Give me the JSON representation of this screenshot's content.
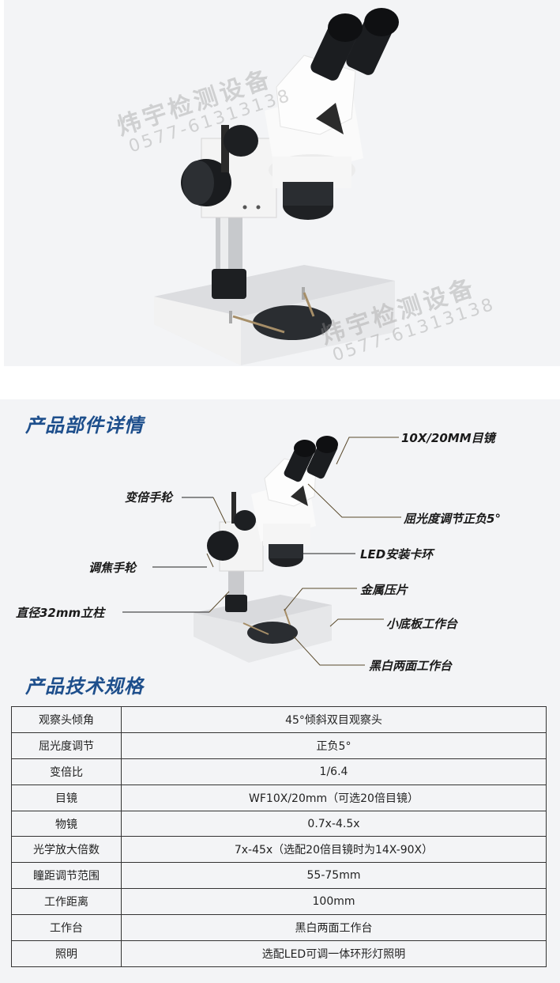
{
  "watermark": {
    "company": "炜宇检测设备",
    "phone": "0577-61313138"
  },
  "parts_section": {
    "title": "产品部件详情",
    "callouts": [
      {
        "id": "eyepiece",
        "label": "10X/20MM目镜"
      },
      {
        "id": "refraction",
        "label": "屈光度调节正负5°"
      },
      {
        "id": "led-ring",
        "label": "LED安装卡环"
      },
      {
        "id": "metal-clip",
        "label": "金属压片"
      },
      {
        "id": "small-base",
        "label": "小底板工作台"
      },
      {
        "id": "bw-stage",
        "label": "黑白两面工作台"
      },
      {
        "id": "zoom-knob",
        "label": "变倍手轮"
      },
      {
        "id": "focus-knob",
        "label": "调焦手轮"
      },
      {
        "id": "pillar",
        "label": "直径32mm立柱"
      }
    ]
  },
  "specs_section": {
    "title": "产品技术规格",
    "rows": [
      {
        "key": "观察头倾角",
        "value": "45°倾斜双目观察头"
      },
      {
        "key": "屈光度调节",
        "value": "正负5°"
      },
      {
        "key": "变倍比",
        "value": "1/6.4"
      },
      {
        "key": "目镜",
        "value": "WF10X/20mm（可选20倍目镜）"
      },
      {
        "key": "物镜",
        "value": "0.7x-4.5x"
      },
      {
        "key": "光学放大倍数",
        "value": "7x-45x（选配20倍目镜时为14X-90X）"
      },
      {
        "key": "瞳距调节范围",
        "value": "55-75mm"
      },
      {
        "key": "工作距离",
        "value": "100mm"
      },
      {
        "key": "工作台",
        "value": "黑白两面工作台"
      },
      {
        "key": "照明",
        "value": "选配LED可调一体环形灯照明"
      }
    ]
  },
  "colors": {
    "heading": "#1e4f8c",
    "panel_bg": "#f3f4f6",
    "table_border": "#333333"
  }
}
